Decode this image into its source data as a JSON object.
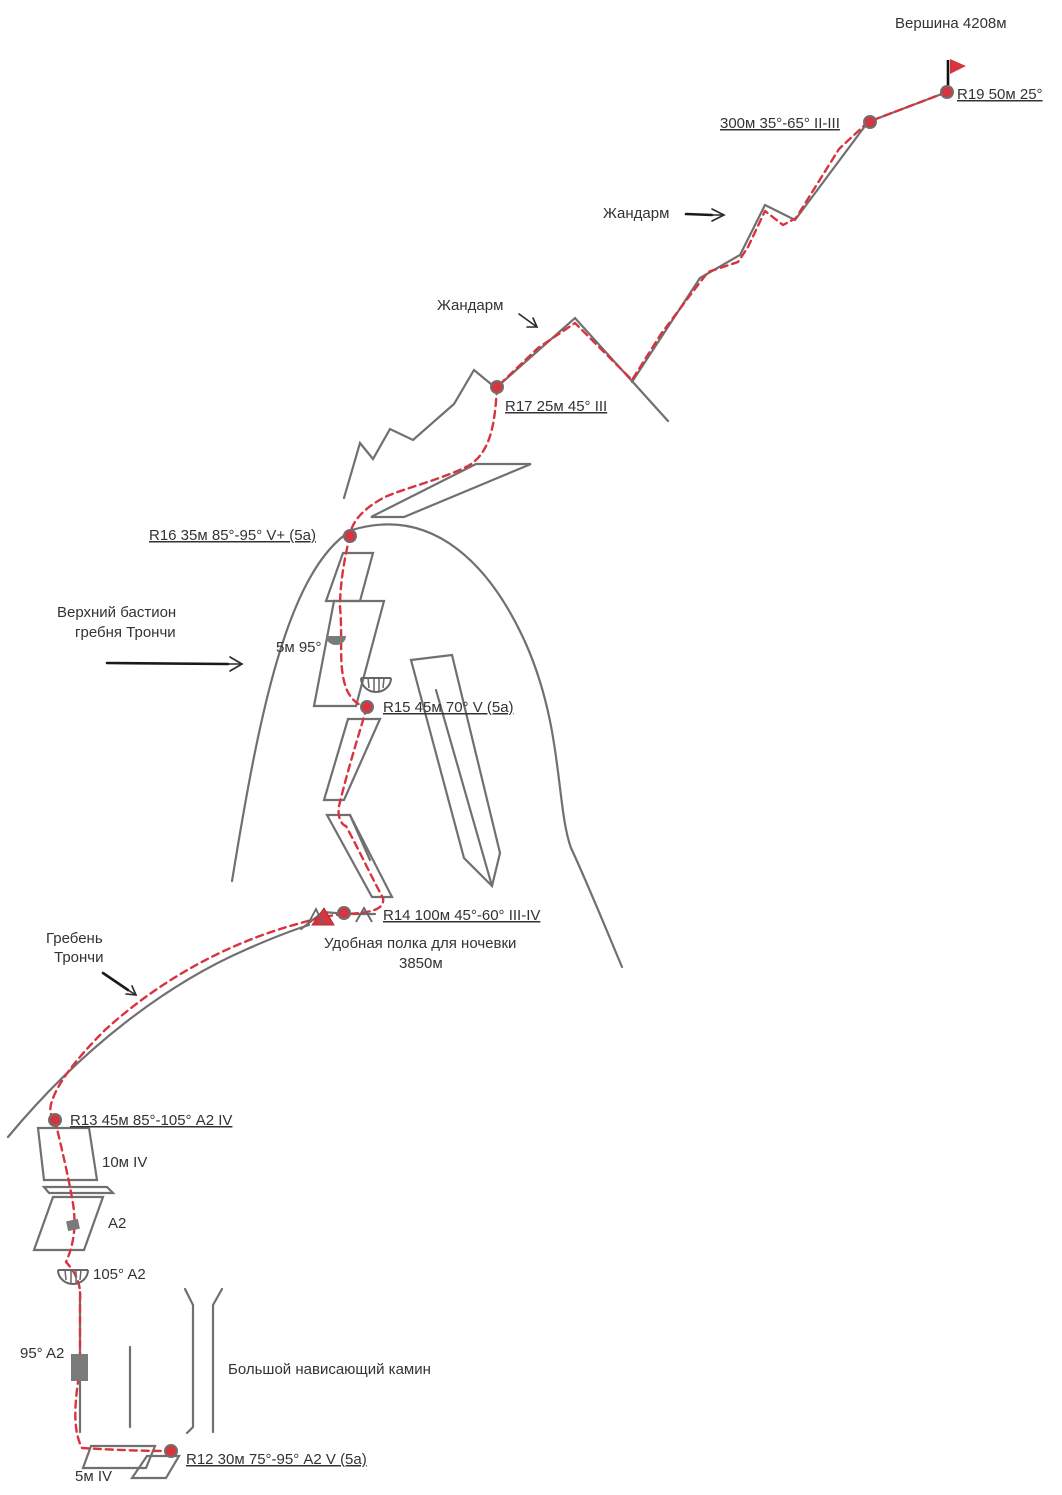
{
  "summit": {
    "label": "Вершина 4208м"
  },
  "colors": {
    "route": "#d8343f",
    "rock": "#707070",
    "flag": "#d8343f",
    "text": "#333333"
  },
  "icons": {
    "belay": "belay-station-icon",
    "flag": "summit-flag-icon",
    "overhang": "overhang-icon",
    "bivouac": "bivouac-tent-icon"
  },
  "stations": [
    {
      "id": "r19",
      "label": "R19 50м 25°"
    },
    {
      "id": "r18",
      "label": "300м 35°-65° II-III"
    },
    {
      "id": "r17",
      "label": "R17 25м 45° III"
    },
    {
      "id": "r16",
      "label": "R16 35м 85°-95° V+ (5а)"
    },
    {
      "id": "r15",
      "label": "R15 45м 70° V (5а)"
    },
    {
      "id": "r14",
      "label": "R14 100м 45°-60° III-IV"
    },
    {
      "id": "r13",
      "label": "R13 45м 85°-105° A2 IV"
    },
    {
      "id": "r12",
      "label": "R12 30м 75°-95° A2 V (5а)"
    }
  ],
  "features": {
    "gendarme_upper": "Жандарм",
    "gendarme_lower": "Жандарм",
    "bastion_line1": "Верхний бастион",
    "bastion_line2": "гребня Трончи",
    "ridge_line1": "Гребень",
    "ridge_line2": "Трончи",
    "ledge_line1": "Удобная полка для ночевки",
    "ledge_line2": "3850м",
    "chimney": "Большой нависающий камин"
  },
  "pitch_notes": {
    "n5m95": "5м 95°",
    "n10mIV": "10м IV",
    "nA2": "A2",
    "n105A2": "105° A2",
    "n95A2": "95° A2",
    "n5mIV": "5м IV"
  }
}
